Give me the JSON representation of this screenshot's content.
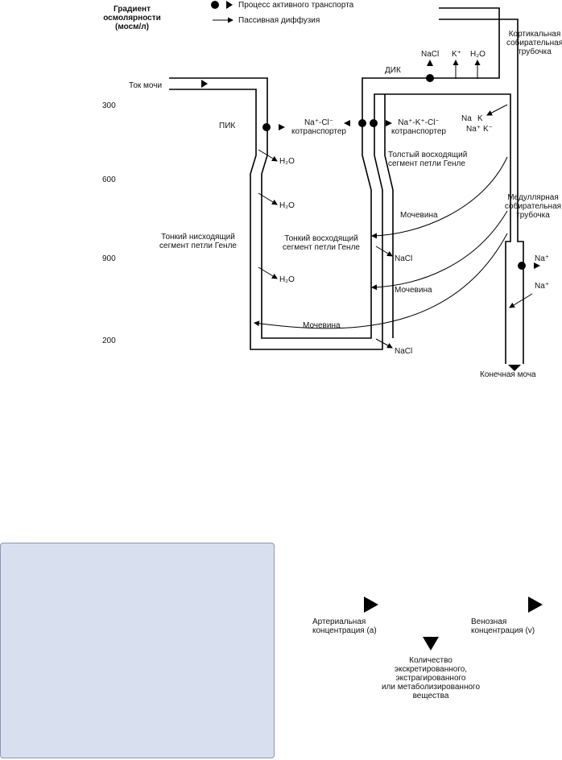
{
  "diagram": {
    "gradient_title": [
      "Градиент",
      "осмолярности",
      "(мосм/л)"
    ],
    "legend": {
      "active": "Процесс активного транспорта",
      "passive": "Пассивная диффузия"
    },
    "osm_levels": [
      "300",
      "600",
      "900",
      "200"
    ],
    "labels": {
      "urine_flow": "Ток мочи",
      "pik": "ПИК",
      "dik": "ДИК",
      "cortical_duct": [
        "Кортикальная",
        "собирательная",
        "трубочка"
      ],
      "medullary_duct": [
        "Медуллярная",
        "собирательная",
        "трубочка"
      ],
      "na_cl_cotransporter": [
        "Na⁺-Cl⁻",
        "котранспортер"
      ],
      "na_k_cl_cotransporter": [
        "Na⁺-K⁺-Cl⁻",
        "котранспортер"
      ],
      "thick_ascending": [
        "Толстый восходящий",
        "сегмент петли Генле"
      ],
      "thin_descending": [
        "Тонкий нисходящий",
        "сегмент петли Генле"
      ],
      "thin_ascending": [
        "Тонкий восходящий",
        "сегмент петли Генле"
      ],
      "water": "H₂O",
      "urea": "Мочевина",
      "nacl": "NaCl",
      "k_plus": "K⁺",
      "na_plus": "Na⁺",
      "cortex_na": "Na",
      "cortex_k": "K",
      "cortex_na_plus": "Na⁺",
      "cortex_k_minus": "K⁻",
      "final_urine": "Конечная моча"
    }
  },
  "clearance": {
    "arterial": [
      "Артериальная",
      "концентрация (a)"
    ],
    "venous": [
      "Венозная",
      "концентрация (v)"
    ],
    "amount": [
      "Количество",
      "экскретированного,",
      "экстрагированного",
      "или метаболизированного",
      "вещества"
    ]
  }
}
